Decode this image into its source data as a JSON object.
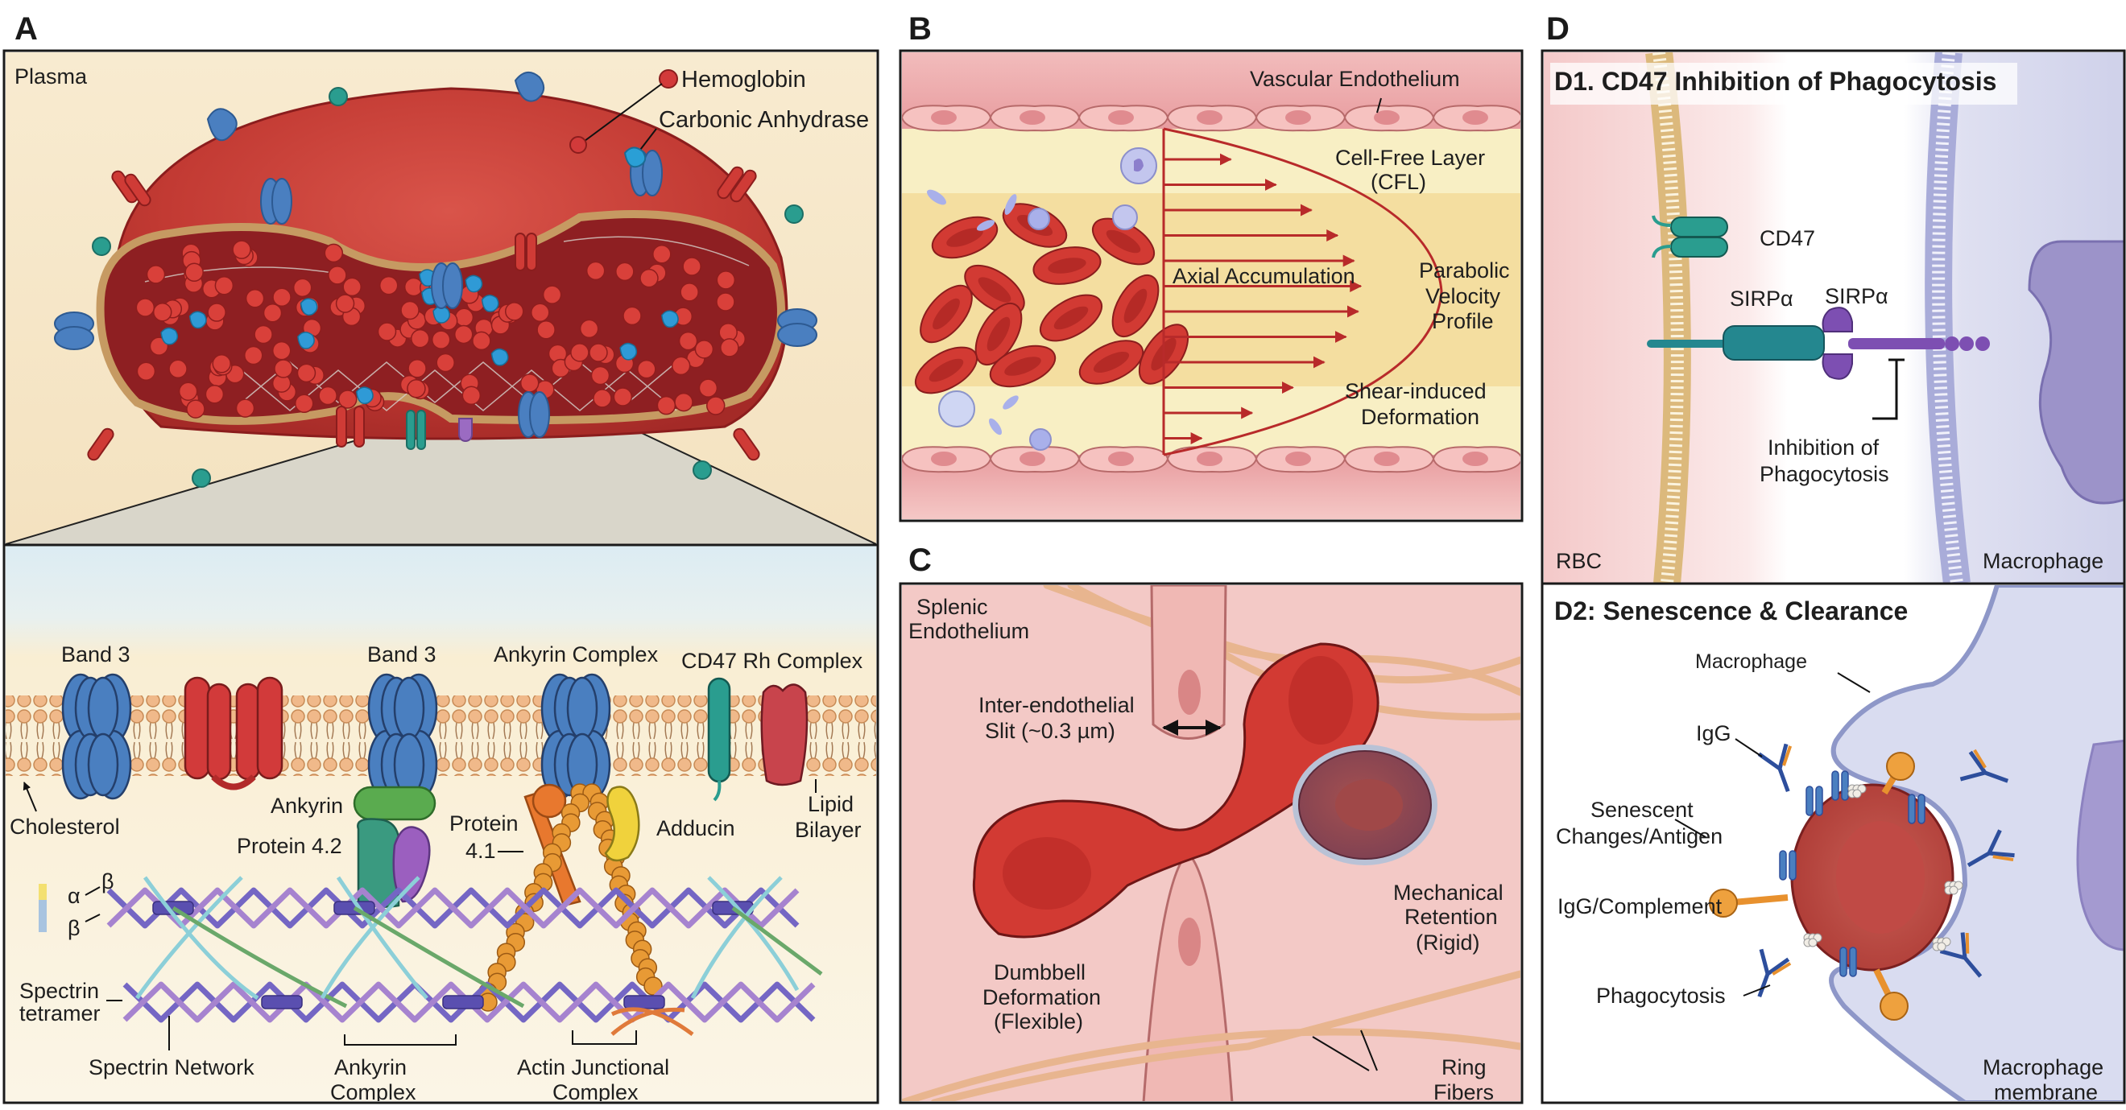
{
  "figure": {
    "panels": {
      "A": {
        "letter": "A",
        "top": {
          "region_label": "Plasma",
          "legend": [
            {
              "name": "Hemoglobin",
              "color": "#d23a3a"
            },
            {
              "name": "Carbonic Anhydrase",
              "color": "#2a9fd6"
            }
          ]
        },
        "bottom": {
          "proteins": {
            "band3_left": "Band 3",
            "band3_mid": "Band 3",
            "ankyrin_complex": "Ankyrin Complex",
            "cd47_rh": "CD47 Rh Complex",
            "ankyrin": "Ankyrin",
            "protein42": "Protein 4.2",
            "protein41_line1": "Protein",
            "protein41_line2": "4.1",
            "adducin": "Adducin",
            "lipid_line1": "Lipid",
            "lipid_line2": "Bilayer",
            "cholesterol": "Cholesterol"
          },
          "network": {
            "alpha": "α",
            "beta_top": "β",
            "beta_bottom": "β",
            "tetramer_line1": "Spectrin",
            "tetramer_line2": "tetramer",
            "spectrin_network": "Spectrin Network",
            "ankyrin_complex_line1": "Ankyrin",
            "ankyrin_complex_line2": "Complex",
            "actin_line1": "Actin Junctional",
            "actin_line2": "Complex"
          }
        }
      },
      "B": {
        "letter": "B",
        "labels": {
          "endothelium": "Vascular Endothelium",
          "cfl_line1": "Cell-Free Layer",
          "cfl_line2": "(CFL)",
          "axial": "Axial Accumulation",
          "parabolic_line1": "Parabolic",
          "parabolic_line2": "Velocity",
          "parabolic_line3": "Profile",
          "shear_line1": "Shear-induced",
          "shear_line2": "Deformation"
        }
      },
      "C": {
        "letter": "C",
        "labels": {
          "splenic_line1": "Splenic",
          "splenic_line2": "Endothelium",
          "slit_line1": "Inter-endothelial",
          "slit_line2": "Slit (~0.3 µm)",
          "dumbbell_line1": "Dumbbell",
          "dumbbell_line2": "Deformation",
          "dumbbell_line3": "(Flexible)",
          "retention_line1": "Mechanical",
          "retention_line2": "Retention",
          "retention_line3": "(Rigid)",
          "ring_line1": "Ring",
          "ring_line2": "Fibers"
        }
      },
      "D": {
        "letter": "D",
        "d1": {
          "title": "D1. CD47 Inhibition of Phagocytosis",
          "cd47": "CD47",
          "sirpa_left": "SIRPα",
          "sirpa_right": "SIRPα",
          "inhibition_line1": "Inhibition of",
          "inhibition_line2": "Phagocytosis",
          "rbc": "RBC",
          "macrophage": "Macrophage"
        },
        "d2": {
          "title": "D2: Senescence & Clearance",
          "macrophage": "Macrophage",
          "igg": "IgG",
          "senescent_line1": "Senescent",
          "senescent_line2": "Changes/Antigen",
          "igg_complement": "IgG/Complement",
          "phagocytosis": "Phagocytosis",
          "membrane_line1": "Macrophage",
          "membrane_line2": "membrane"
        }
      }
    },
    "colors": {
      "rbc_red": "#c8322f",
      "band3_blue": "#4a7fc0",
      "teal": "#2a9d8f",
      "purple": "#8a5bb5",
      "orange": "#e8912e",
      "yellow": "#f0d23c",
      "green": "#5aab5a"
    }
  }
}
